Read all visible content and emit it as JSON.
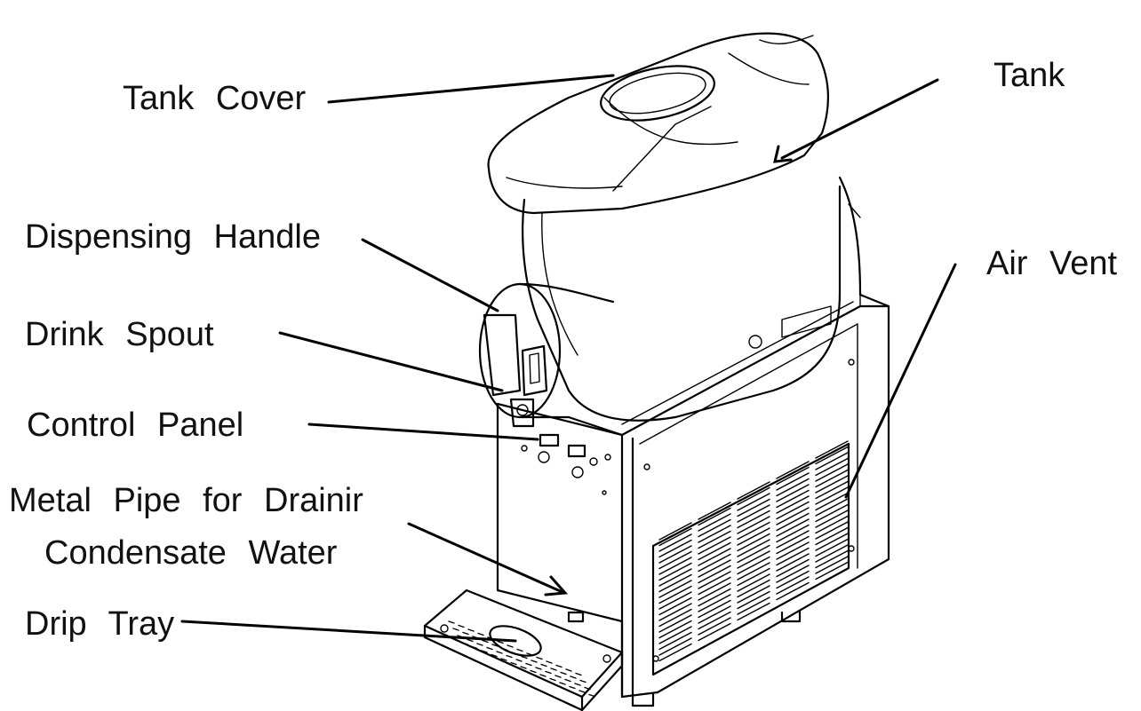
{
  "labels": {
    "tank_cover": "Tank Cover",
    "tank": "Tank",
    "dispensing_handle": "Dispensing Handle",
    "air_vent": "Air Vent",
    "drink_spout": "Drink Spout",
    "control_panel": "Control Panel",
    "metal_pipe_line1": "Metal Pipe for Drainir",
    "metal_pipe_line2": "Condensate Water",
    "drip_tray": "Drip Tray"
  }
}
